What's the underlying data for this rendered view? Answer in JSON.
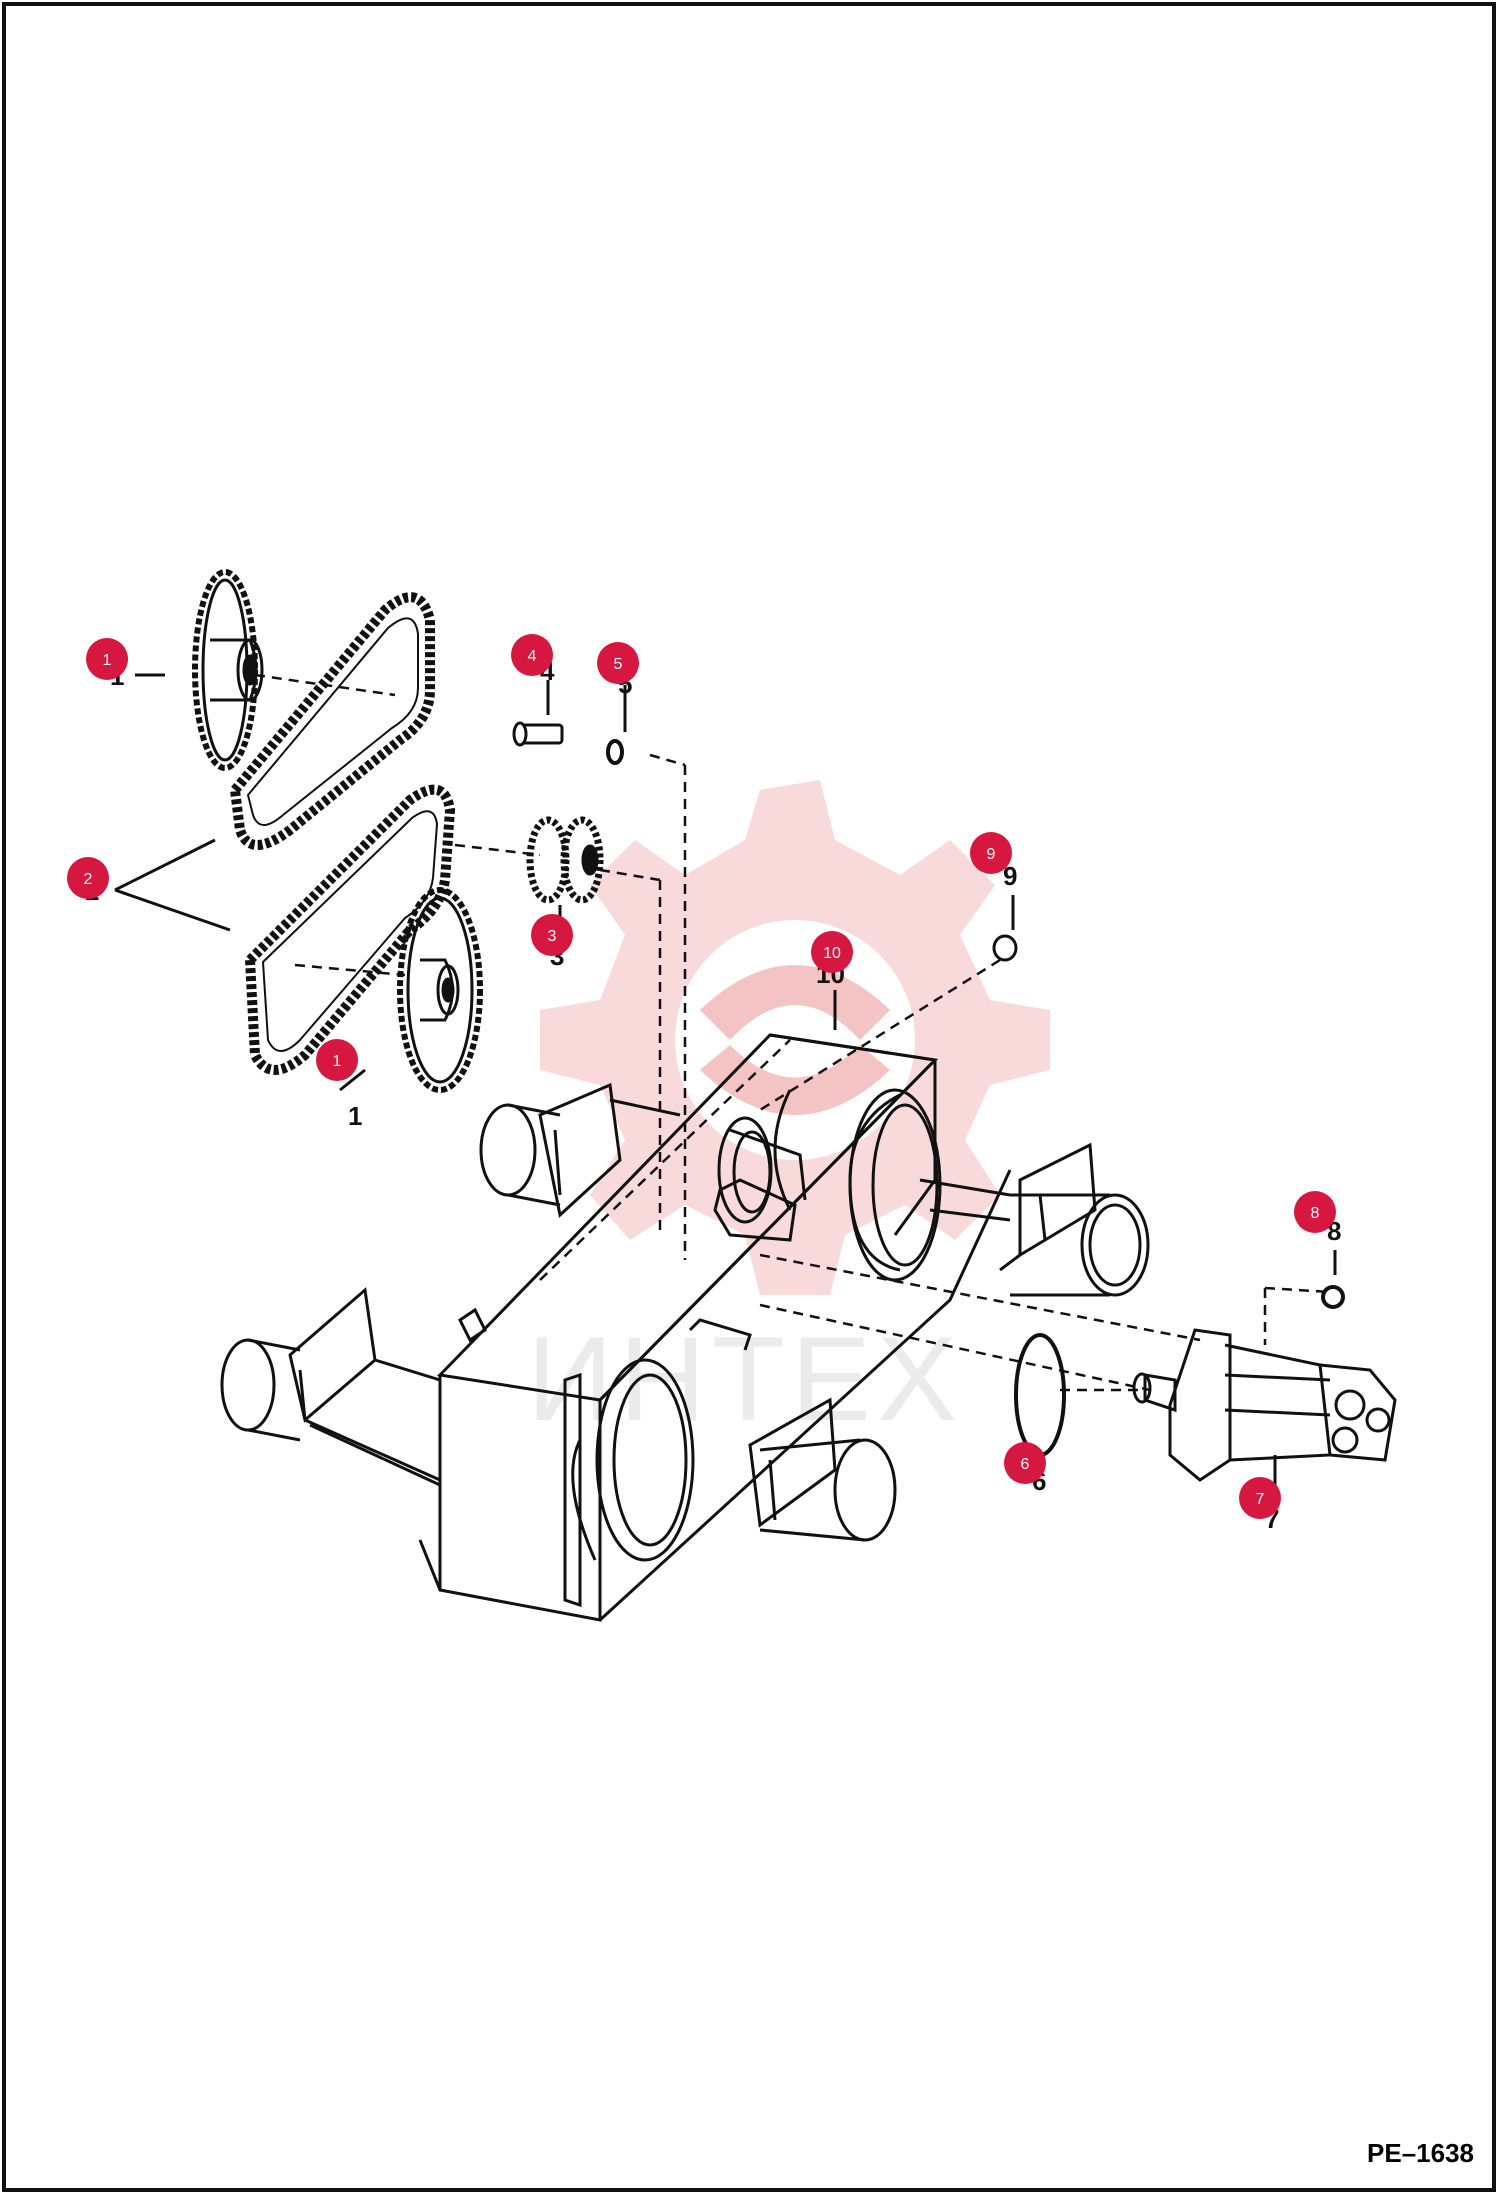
{
  "diagram": {
    "code": "PE–1638",
    "watermark": "ИНТЕХ",
    "callouts": [
      {
        "id": "1a",
        "label": "1"
      },
      {
        "id": "1b",
        "label": "1"
      },
      {
        "id": "2",
        "label": "2"
      },
      {
        "id": "3",
        "label": "3"
      },
      {
        "id": "4",
        "label": "4"
      },
      {
        "id": "5",
        "label": "5"
      },
      {
        "id": "6",
        "label": "6"
      },
      {
        "id": "7",
        "label": "7"
      },
      {
        "id": "8",
        "label": "8"
      },
      {
        "id": "9",
        "label": "9"
      },
      {
        "id": "10",
        "label": "10"
      }
    ],
    "colors": {
      "line": "#111111",
      "badge": "#d6173f",
      "watermark": "#f6cccc"
    }
  }
}
